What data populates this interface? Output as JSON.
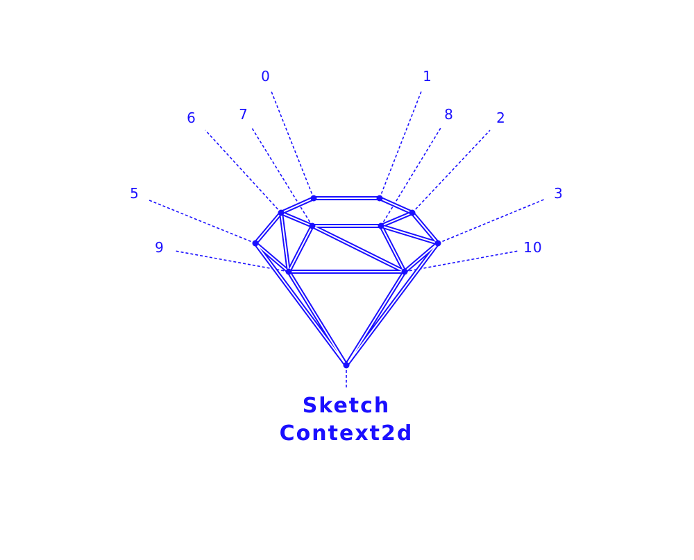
{
  "colors": {
    "ink": "#1a0fff",
    "background": "#ffffff"
  },
  "caption": {
    "line1": "Sketch",
    "line2": "Context2d"
  },
  "vertex_labels": [
    "0",
    "1",
    "2",
    "3",
    "5",
    "6",
    "7",
    "8",
    "9",
    "10"
  ]
}
